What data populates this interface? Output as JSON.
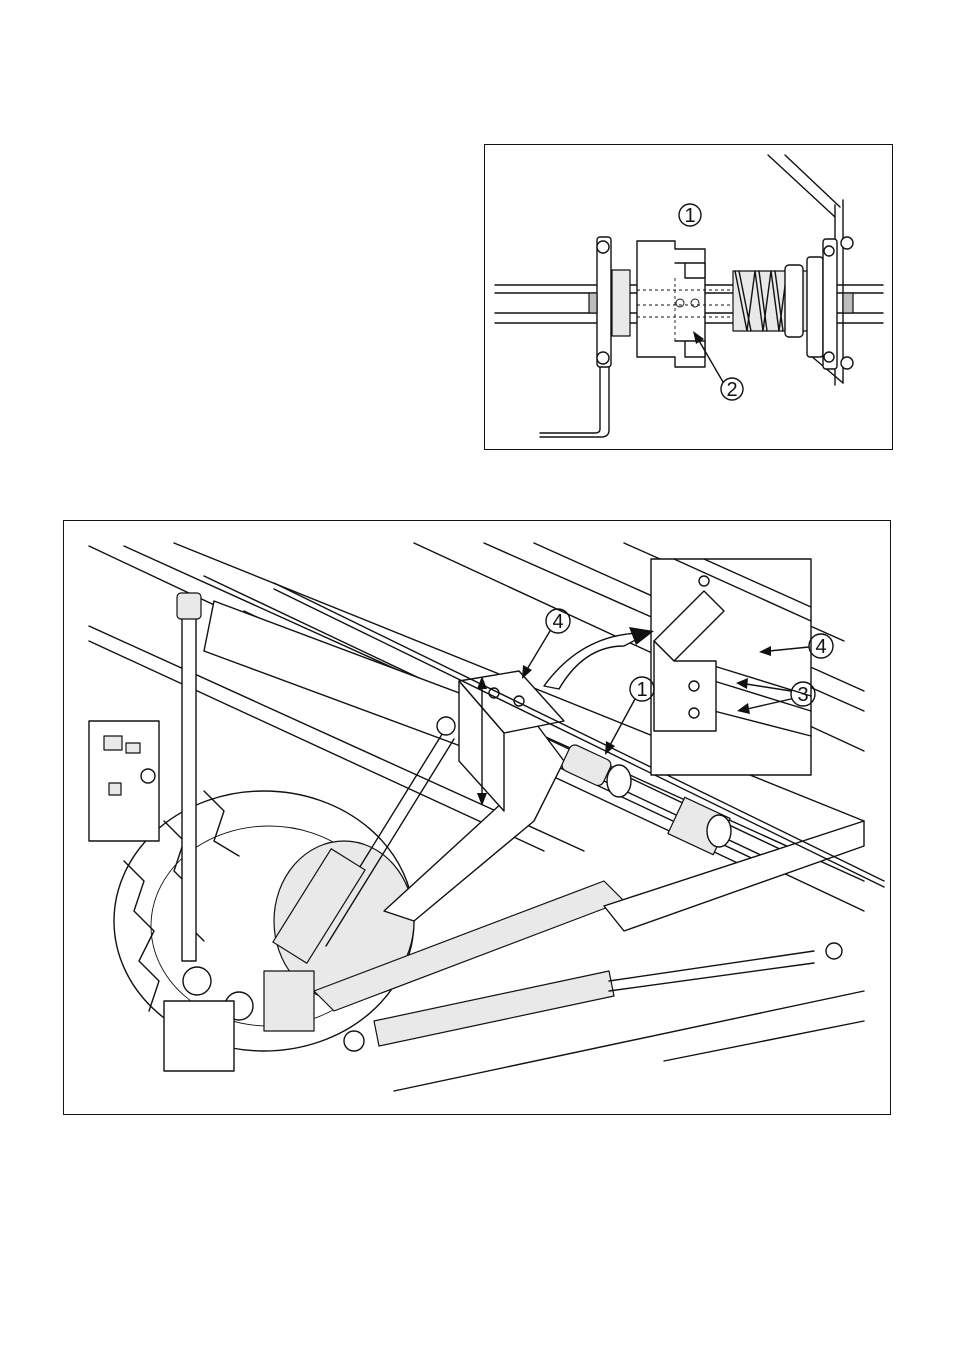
{
  "detail_figure": {
    "callouts": [
      {
        "id": "detail-callout-1",
        "label": "1"
      },
      {
        "id": "detail-callout-2",
        "label": "2"
      }
    ]
  },
  "main_figure": {
    "callouts": [
      {
        "id": "main-callout-4",
        "label": "4"
      },
      {
        "id": "main-callout-1",
        "label": "1"
      },
      {
        "id": "inset-callout-4",
        "label": "4"
      },
      {
        "id": "inset-callout-3",
        "label": "3"
      }
    ]
  }
}
